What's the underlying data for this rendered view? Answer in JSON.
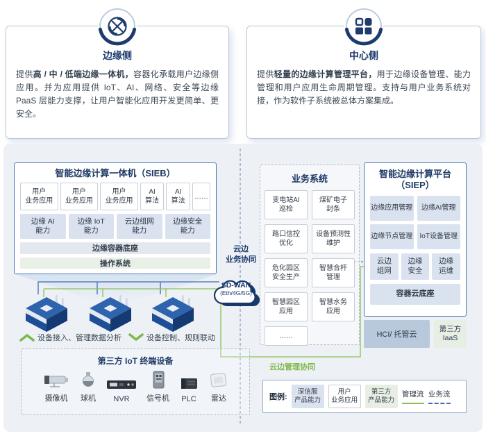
{
  "edge_card": {
    "title": "边缘侧",
    "body_prefix": "提供",
    "body_bold": "高 / 中 / 低端边缘一体机，",
    "body_rest": "容器化承载用户边缘侧应用。并为应用提供 IoT、AI、网络、安全等边缘 PaaS 层能力支撑，让用户智能化应用开发更简单、更安全。"
  },
  "center_card": {
    "title": "中心侧",
    "body_prefix": "提供",
    "body_bold": "轻量的边缘计算管理平台，",
    "body_rest": "用于边缘设备管理、能力管理和用户应用生命周期管理。支持与用户业务系统对接，作为软件子系统被总体方案集成。"
  },
  "sieb": {
    "title": "智能边缘计算一体机（SIEB）",
    "apps": [
      "用户\n业务应用",
      "用户\n业务应用",
      "用户\n业务应用",
      "AI\n算法",
      "AI\n算法",
      "……"
    ],
    "capabilities": [
      "边缘 AI\n能力",
      "边缘 IoT\n能力",
      "云边组网\n能力",
      "边缘安全\n能力"
    ],
    "container_base": "边缘容器底座",
    "os": "操作系统"
  },
  "edge_flows": {
    "up": "设备接入、管理数据分析",
    "down": "设备控制、规则联动"
  },
  "iot_devices": {
    "title": "第三方 IoT 终端设备",
    "items": [
      "摄像机",
      "球机",
      "NVR",
      "信号机",
      "PLC",
      "雷达"
    ]
  },
  "business_system": {
    "title": "业务系统",
    "items": [
      "变电站AI\n巡检",
      "煤矿电子\n封条",
      "路口信控\n优化",
      "设备预测性\n维护",
      "危化园区\n安全生产",
      "智慧合杆\n管理",
      "智慧园区\n应用",
      "智慧水务\n应用",
      "……"
    ]
  },
  "siep": {
    "title": "智能边缘计算平台\n（SIEP）",
    "mgmt": [
      "边缘应用管理",
      "边缘AI管理",
      "边缘节点管理",
      "IoT设备管理"
    ],
    "ops": [
      "云边\n组网",
      "边缘\n安全",
      "边缘\n运维"
    ],
    "base": "容器云底座",
    "hci": "HCI/ 托管云",
    "iaas": "第三方\nIaaS"
  },
  "cloud": {
    "name": "SD-WAN",
    "sub": "(Eth/4G/5G)"
  },
  "flow_labels": {
    "business": "云边\n业务协同",
    "management": "云边管理协同"
  },
  "legend": {
    "label": "图例:",
    "sangfor": "深信服\n产品能力",
    "user": "用户\n业务应用",
    "third": "第三方\n产品能力",
    "mgmt_flow": "管理流",
    "biz_flow": "业务流"
  },
  "colors": {
    "navy": "#1d3c6d",
    "green": "#8cbf57",
    "line_blue": "#3a6db4",
    "panel_bg": "#edf1f6",
    "capability_bg": "#d9e2ee",
    "third_party_bg": "#e7efe5",
    "hci_bg": "#b9c9dc"
  }
}
